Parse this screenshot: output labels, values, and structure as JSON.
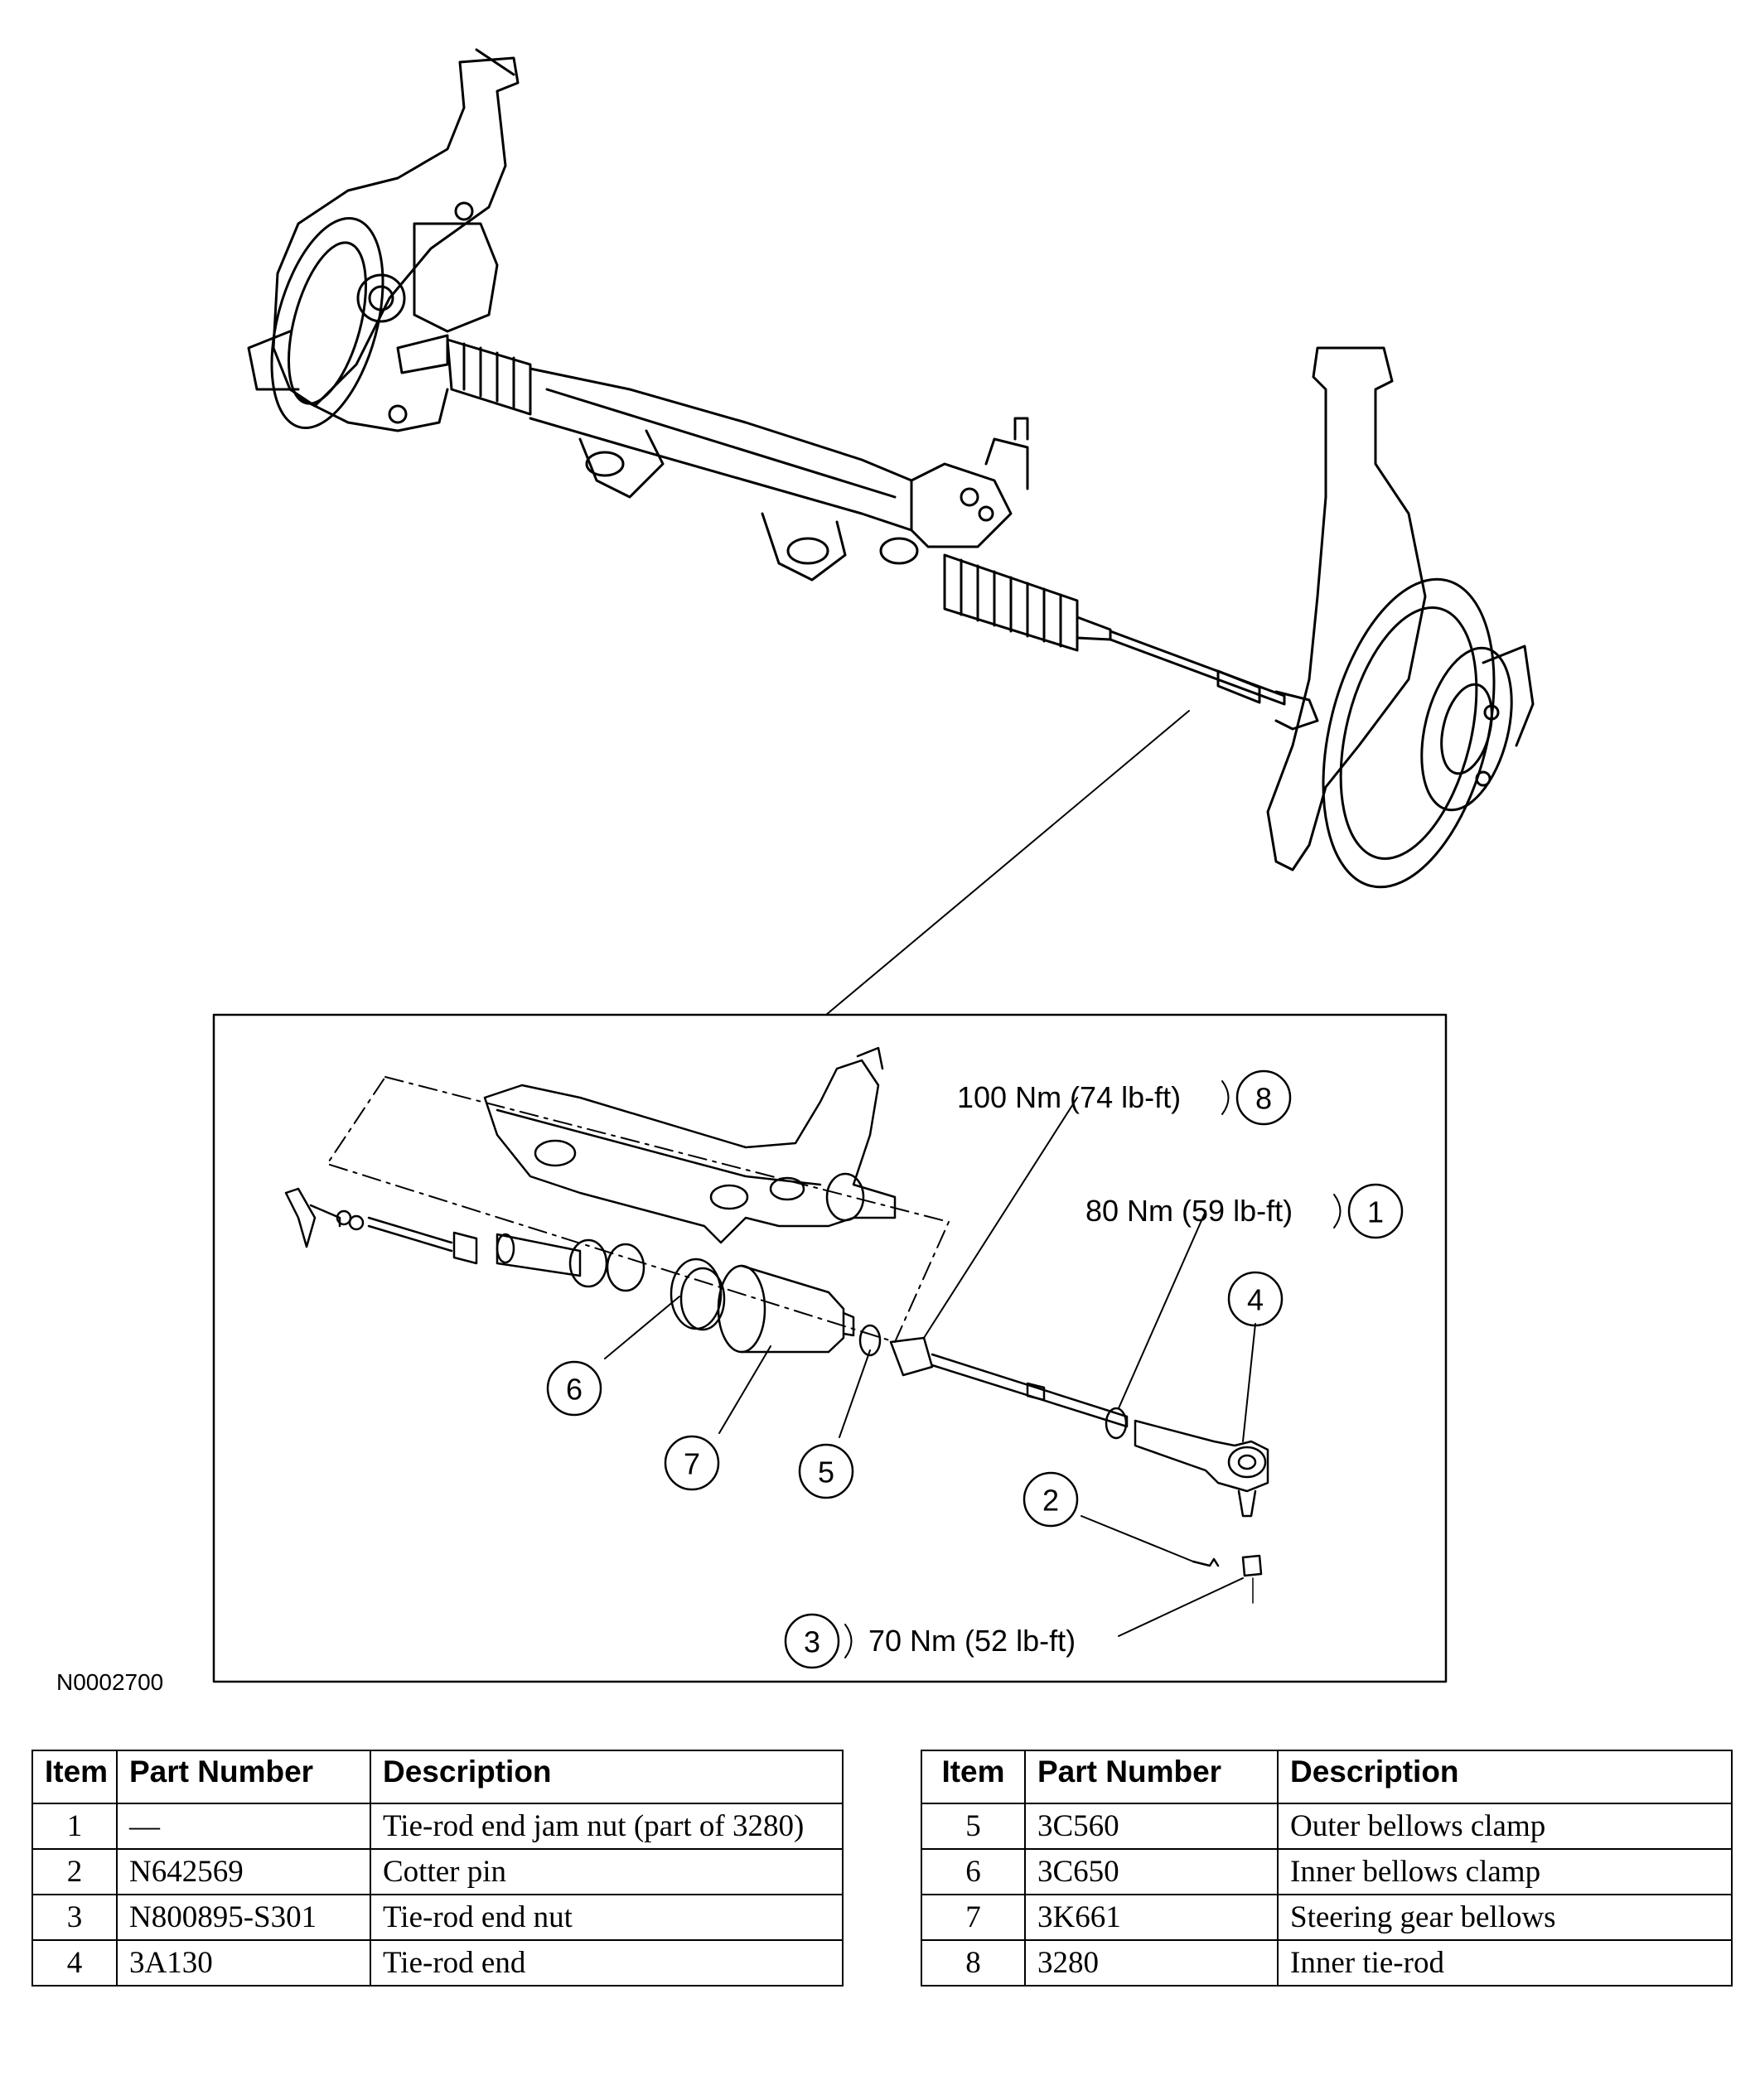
{
  "figure_id": "N0002700",
  "callouts": [
    "1",
    "2",
    "3",
    "4",
    "5",
    "6",
    "7",
    "8"
  ],
  "torque_specs": {
    "item8": "100 Nm (74 lb-ft)",
    "item1": "80 Nm (59 lb-ft)",
    "item3": "70 Nm (52 lb-ft)"
  },
  "table": {
    "headers": {
      "item": "Item",
      "part_number": "Part Number",
      "description": "Description"
    },
    "left_rows": [
      {
        "item": "1",
        "part_number": "—",
        "description": "Tie-rod end jam nut (part of 3280)"
      },
      {
        "item": "2",
        "part_number": "N642569",
        "description": "Cotter pin"
      },
      {
        "item": "3",
        "part_number": "N800895-S301",
        "description": "Tie-rod end nut"
      },
      {
        "item": "4",
        "part_number": "3A130",
        "description": "Tie-rod end"
      }
    ],
    "right_rows": [
      {
        "item": "5",
        "part_number": "3C560",
        "description": "Outer bellows clamp"
      },
      {
        "item": "6",
        "part_number": "3C650",
        "description": "Inner bellows clamp"
      },
      {
        "item": "7",
        "part_number": "3K661",
        "description": "Steering gear bellows"
      },
      {
        "item": "8",
        "part_number": "3280",
        "description": "Inner tie-rod"
      }
    ]
  }
}
